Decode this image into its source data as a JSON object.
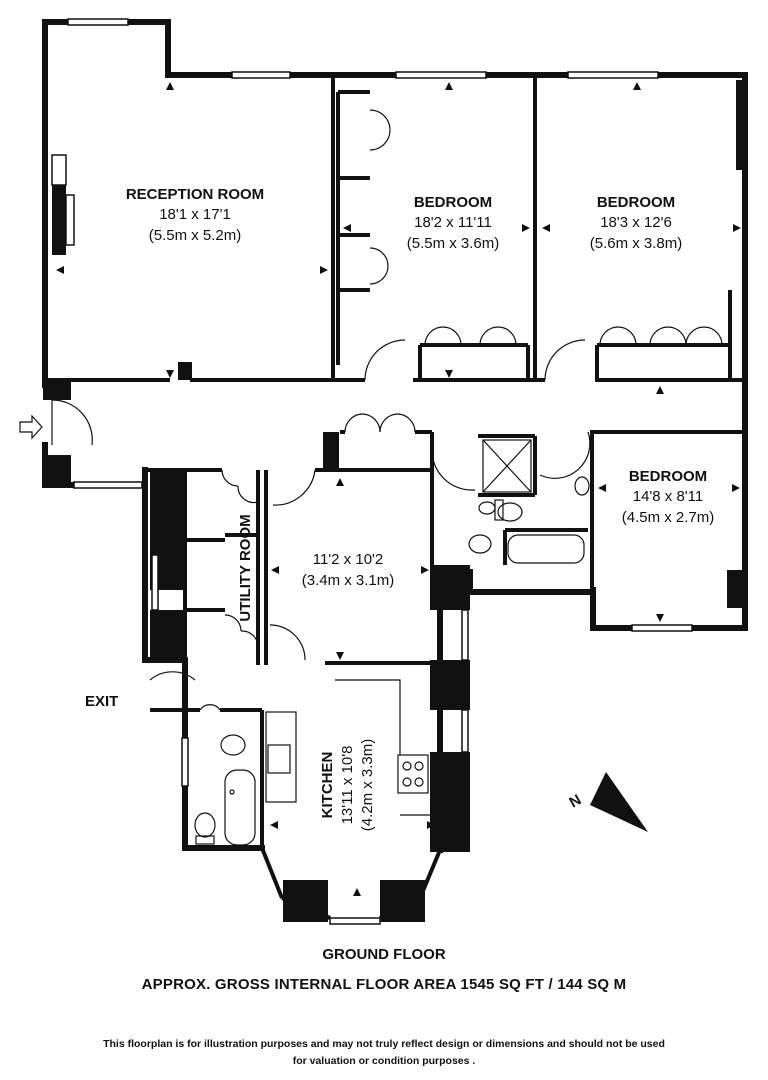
{
  "rooms": {
    "reception": {
      "name": "RECEPTION ROOM",
      "imperial": "18'1 x 17'1",
      "metric": "(5.5m x 5.2m)"
    },
    "bedroom_1": {
      "name": "BEDROOM",
      "imperial": "18'2 x 11'11",
      "metric": "(5.5m x 3.6m)"
    },
    "bedroom_2": {
      "name": "BEDROOM",
      "imperial": "18'3 x 12'6",
      "metric": "(5.6m x 3.8m)"
    },
    "bedroom_3": {
      "name": "BEDROOM",
      "imperial": "14'8 x 8'11",
      "metric": "(4.5m x 2.7m)"
    },
    "central_room": {
      "imperial": "11'2 x 10'2",
      "metric": "(3.4m x 3.1m)"
    },
    "utility": {
      "name": "UTILITY ROOM"
    },
    "kitchen": {
      "name": "KITCHEN",
      "imperial": "13'11 x 10'8",
      "metric": "(4.2m x 3.3m)"
    }
  },
  "exit_label": "EXIT",
  "north_label": "N",
  "floor_title": "GROUND FLOOR",
  "area_text": "APPROX. GROSS INTERNAL FLOOR AREA 1545 SQ FT / 144 SQ M",
  "disclaimer": "This floorplan is for illustration purposes and may not truly reflect design or dimensions and should not be used for valuation or condition purposes ."
}
